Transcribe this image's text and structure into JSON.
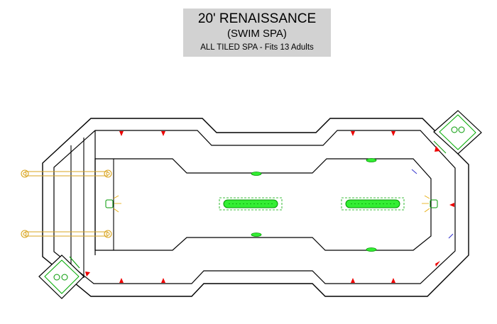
{
  "title": {
    "line1": "20' RENAISSANCE",
    "line2": "(SWIM SPA)",
    "line3": "ALL TILED SPA - Fits 13 Adults"
  },
  "colors": {
    "outline": "#000000",
    "jet": "#ee0000",
    "light": "#00ee00",
    "ladder": "#d9a520",
    "return": "#3333cc",
    "title_bg": "#d2d2d2"
  },
  "components": {
    "jets_count": 12,
    "bench_lights": 4,
    "main_drains": 2,
    "skimmers": 2,
    "ladders": 2,
    "wall_lights": 2,
    "returns": 2
  }
}
